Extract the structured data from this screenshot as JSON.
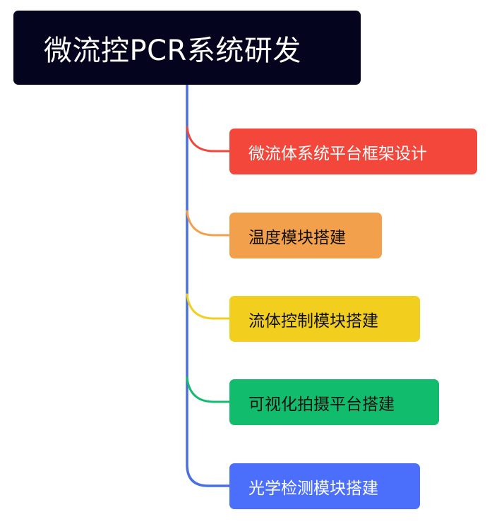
{
  "root": {
    "title": "微流控PCR系统研发",
    "bg_color": "#04041f",
    "text_color": "#ffffff"
  },
  "trunk_color": "#4a6fe0",
  "children": [
    {
      "label": "微流体系统平台框架设计",
      "color": "#f4473b",
      "text_color": "#ffffff"
    },
    {
      "label": "温度模块搭建",
      "color": "#f3a04c",
      "text_color": "#111111"
    },
    {
      "label": "流体控制模块搭建",
      "color": "#f2cf1f",
      "text_color": "#111111"
    },
    {
      "label": "可视化拍摄平台搭建",
      "color": "#11bd6d",
      "text_color": "#111111"
    },
    {
      "label": "光学检测模块搭建",
      "color": "#4b6ffb",
      "text_color": "#ffffff"
    }
  ]
}
